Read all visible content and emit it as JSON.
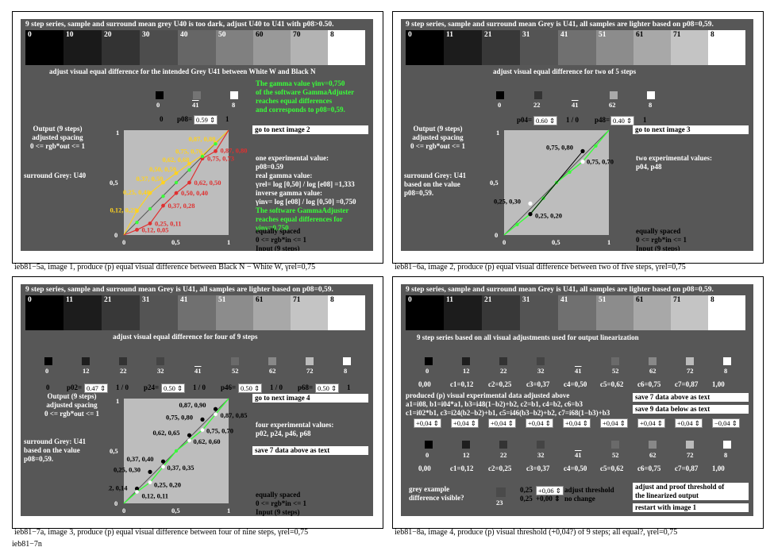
{
  "strip": {
    "u40": [
      "0",
      "10",
      "20",
      "30",
      "40",
      "50",
      "60",
      "70",
      "8"
    ],
    "u41": [
      "0",
      "11",
      "21",
      "31",
      "41",
      "51",
      "61",
      "71",
      "8"
    ]
  },
  "p1": {
    "header": "9 step series, sample and surround mean grey U40 is too dark, adjust U40 to U41 with p08>0.50.",
    "subtitle": "adjust visual equal difference for the intended Grey U41 between White W and Black N",
    "swatches": [
      "0",
      "41",
      "8"
    ],
    "p_label": "p08=",
    "p_value": "0.59",
    "p_left": "0",
    "p_right": "1",
    "gamma_text": [
      "The gamma value γinv=0,750",
      "of the software GammaAdjuster",
      "reaches equal differences",
      "and corresponds to p08=0,59."
    ],
    "output_label": [
      "Output (9 steps)",
      "adjusted spacing",
      "0 <= rgb*out <= 1"
    ],
    "surround": "surround Grey: U40",
    "next_btn": "go to next image 2",
    "exp_text": [
      "one experimental value:",
      "p08=0.59",
      "real gamma value:",
      "γrel= log [0,50] / log [e08] =1,333",
      "inverse gamma value:",
      "γinv= log [e08] / log [0,50] =0,750"
    ],
    "green_text": [
      "The software GammaAdjuster",
      "reaches equal differences for",
      "γinv=0,750"
    ],
    "input_label": [
      "equally spaced",
      "0 <= rgb*in <= 1",
      "Input (9 steps)"
    ],
    "yellow_labels": [
      "0,87, 0,88",
      "0,75, 0,76",
      "0,62, 0,68",
      "0,50, 0,59",
      "0,37, 0,50",
      "0,25, 0,40",
      "0,12, 0,23"
    ],
    "red_labels": [
      "0,87, 0,80",
      "0,75, 0,73",
      "0,62, 0,50",
      "0,50, 0,40",
      "0,37, 0,28",
      "0,25, 0,11",
      "0,12, 0,05"
    ],
    "caption": "ieb81−5a, image 1, produce (p) equal visual difference between Black N − White W, γrel=0,75"
  },
  "p2": {
    "header": "9 step series, sample and surround mean Grey is U41, all samples are lighter based on p08=0,59.",
    "subtitle": "adjust visual equal difference for two of 5 steps",
    "swatches": [
      "0",
      "22",
      "41",
      "62",
      "8"
    ],
    "p04_label": "p04=",
    "p04_value": "0.60",
    "mid": "1 / 0",
    "p48_label": "p48=",
    "p48_value": "0.40",
    "p_right": "1",
    "output_label": [
      "Output (9 steps)",
      "adjusted spacing",
      "0 <= rgb*out <= 1"
    ],
    "next_btn": "go to next image 3",
    "surround": [
      "surround Grey: U41",
      "based on the value",
      "p08=0,59."
    ],
    "exp_text": [
      "two experimental values:",
      "p04, p48"
    ],
    "point_labels": [
      "0,75, 0,80",
      "0,75, 0,70",
      "0,25, 0,30",
      "0,25, 0,20"
    ],
    "input_label": [
      "equally spaced",
      "0 <= rgb*in <= 1",
      "Input (9 steps)"
    ],
    "caption": "ieb81−6a, image 2, produce (p) equal visual difference between two of five steps, γrel=0,75"
  },
  "p3": {
    "header": "9 step series, sample and surround mean Grey is U41, all samples are lighter based on p08=0,59.",
    "subtitle": "adjust visual equal difference for four of 9 steps",
    "swatches": [
      "0",
      "12",
      "22",
      "32",
      "41",
      "52",
      "62",
      "72",
      "8"
    ],
    "p_controls": [
      {
        "label": "p02=",
        "value": "0.47"
      },
      {
        "label": "p24=",
        "value": "0.50"
      },
      {
        "label": "p46=",
        "value": "0.50"
      },
      {
        "label": "p68=",
        "value": "0.50"
      }
    ],
    "p_left": "0",
    "sep": "1 / 0",
    "p_right": "1",
    "output_label": [
      "Output (9 steps)",
      "adjusted spacing",
      "0 <= rgb*out <= 1"
    ],
    "next_btn": "go to next image 4",
    "save_btn": "save 7 data above as text",
    "surround": [
      "surround Grey: U41",
      "based on the value",
      "p08=0,59."
    ],
    "exp_text": [
      "four experimental values:",
      "p02, p24, p46, p68"
    ],
    "point_labels": [
      "0,87, 0,90",
      "0,87, 0,85",
      "0,75, 0,80",
      "0,75, 0,70",
      "0,62, 0,65",
      "0,62, 0,60",
      "0,37, 0,40",
      "0,37, 0,35",
      "0,25, 0,30",
      "0,25, 0,20",
      "0,12, 0,14",
      "0,12, 0,11"
    ],
    "input_label": [
      "equally spaced",
      "0 <= rgb*in <= 1",
      "Input (9 steps)"
    ],
    "caption": "ieb81−7a, image 3, produce (p) equal visual difference between four of nine steps, γrel=0,75"
  },
  "p4": {
    "header": "9 step series, sample and surround mean Grey is U41, all samples are lighter based on p08=0,59.",
    "subtitle": "9 step series based on all visual adjustments used for output linearization",
    "swatches": [
      "0",
      "12",
      "22",
      "32",
      "41",
      "52",
      "62",
      "72",
      "8"
    ],
    "values_row": [
      "0,00",
      "c1=0,12",
      "c2=0,25",
      "c3=0,37",
      "c4=0,50",
      "c5=0,62",
      "c6=0,75",
      "c7=0,87",
      "1,00"
    ],
    "produced_text": [
      "produced (p) visual experimental data adjusted above",
      "a1=i08, b1=i04*a1, b3=i48(1−b2)+b2, c2=b1, c4=b2, c6=b3",
      "c1=i02*b1, c3=i24(b2−b2)+b1, c5=i46(b3−b2)+b2, c7=i68(1−b3)+b3"
    ],
    "save7_btn": "save 7 data above as text",
    "save9_btn": "save 9 data below as text",
    "offsets": [
      "+0,04",
      "+0,04",
      "+0,04",
      "+0,04",
      "+0,04",
      "+0,04",
      "+0,04",
      "+0,04",
      "−0,04"
    ],
    "swatches2": [
      "0",
      "12",
      "22",
      "32",
      "41",
      "52",
      "62",
      "72",
      "8"
    ],
    "values_row2": [
      "0,00",
      "c1=0,12",
      "c2=0,25",
      "c3=0,37",
      "c4=0,50",
      "c5=0,62",
      "c6=0,75",
      "c7=0,87",
      "1,00"
    ],
    "grey_example": [
      "grey example",
      "difference visible?"
    ],
    "grey_num": "23",
    "thr_base1": "0,25",
    "thr_val1": "+0,06",
    "thr_label1": "adjust threshold",
    "thr_base2": "0,25",
    "thr_val2": "+0,00",
    "thr_label2": "no change",
    "adjust_btn": [
      "adjust and proof threshold of",
      "the linearized output"
    ],
    "restart_btn": "restart with image 1",
    "caption": "ieb81−8a, image 4, produce (p) visual threshold (+0,04?) of 9 steps; all equal?, γrel=0,75"
  },
  "axis": {
    "zero": "0",
    "half": "0,5",
    "one": "1"
  },
  "footer": "ieb81−7n"
}
